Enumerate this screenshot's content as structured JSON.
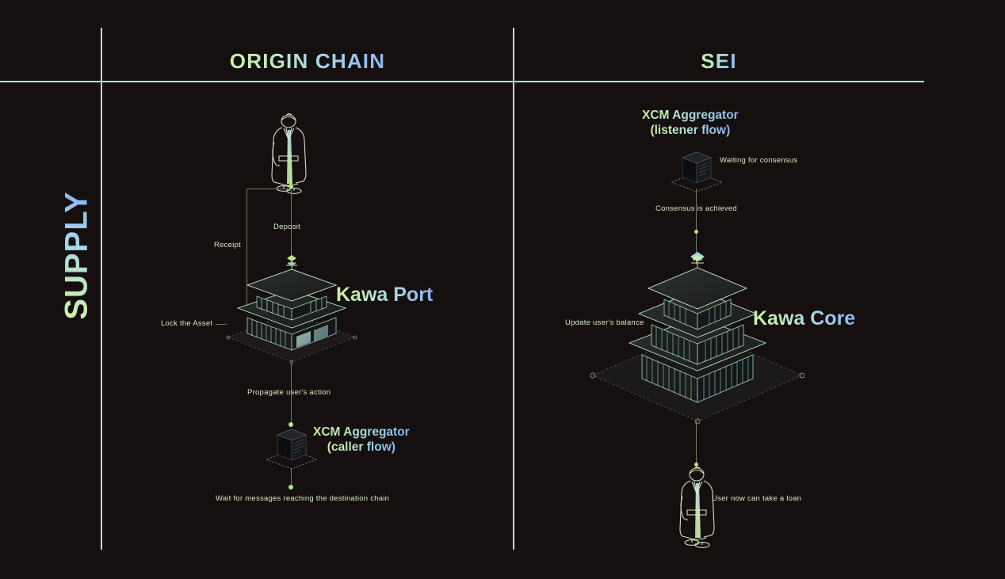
{
  "page": {
    "background": "#15100f",
    "accent_green": "#cdf0a7",
    "accent_blue": "#8ab4f0",
    "divider_color": "#bcdcd0",
    "line_color": "#6f7b62",
    "dot_color": "#b9e77d"
  },
  "row_label": "SUPPLY",
  "columns": [
    {
      "id": "origin",
      "title": "ORIGIN CHAIN"
    },
    {
      "id": "sei",
      "title": "SEI"
    }
  ],
  "origin_chain": {
    "actor": {
      "name": "user-figure",
      "icon": "kimono-person-icon"
    },
    "flow_labels": {
      "deposit": "Deposit",
      "receipt": "Receipt",
      "lock_the_asset": "Lock the Asset",
      "propagate": "Propagate user's action",
      "wait_for_messages": "Wait for messages reaching the destination chain"
    },
    "kawa_port": {
      "label": "Kawa Port",
      "icon": "pagoda-icon"
    },
    "xcm_aggregator": {
      "label_line1": "XCM Aggregator",
      "label_line2": "(caller flow)",
      "icon": "cube-icon"
    }
  },
  "sei_chain": {
    "xcm_aggregator": {
      "label_line1": "XCM Aggregator",
      "label_line2": "(listener flow)",
      "icon": "cube-icon"
    },
    "flow_labels": {
      "waiting_for_consensus": "Waiting for consensus",
      "consensus_is_achieved": "Consensus is achieved",
      "update_balance": "Update user's balance",
      "user_take_loan": "User now can take a loan"
    },
    "kawa_core": {
      "label": "Kawa Core",
      "icon": "pagoda-icon"
    },
    "actor": {
      "name": "user-figure",
      "icon": "kimono-person-icon"
    }
  }
}
